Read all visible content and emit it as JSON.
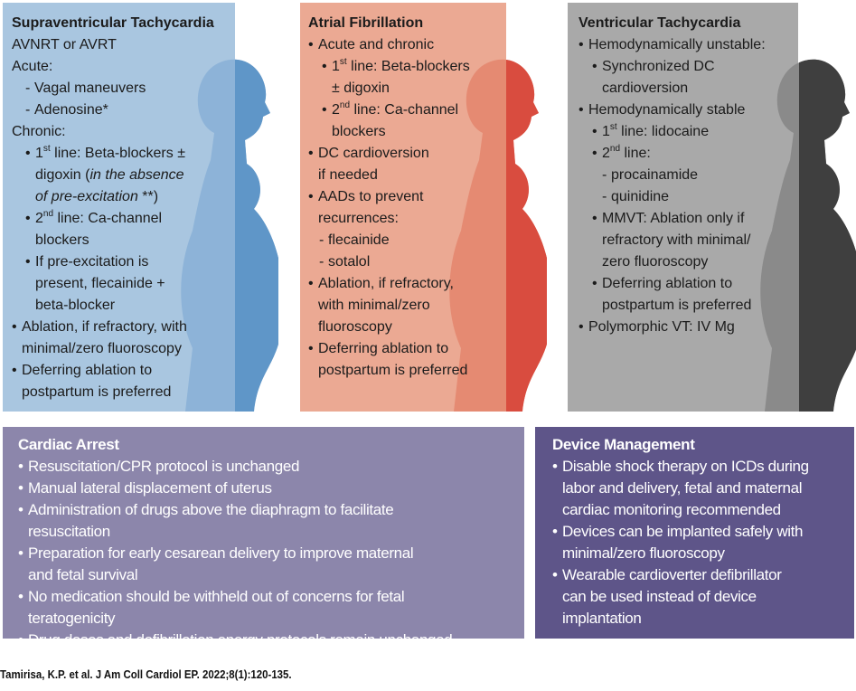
{
  "colors": {
    "svt": {
      "bg": "#a9c6e0",
      "light": "#8db3d8",
      "dark": "#5f96c8"
    },
    "af": {
      "bg": "#eba993",
      "light": "#e58a72",
      "dark": "#d94c3f"
    },
    "vt": {
      "bg": "#a9a9a9",
      "light": "#8a8a8a",
      "dark": "#3f3f3f"
    },
    "arrest": "#8c86ab",
    "device": "#5e5589"
  },
  "panels": {
    "svt": {
      "title": "Supraventricular Tachycardia",
      "items": [
        {
          "lvl": 0,
          "lines": [
            [
              {
                "t": "AVNRT or AVRT"
              }
            ]
          ]
        },
        {
          "lvl": 0,
          "lines": [
            [
              {
                "t": "Acute:"
              }
            ]
          ]
        },
        {
          "lvl": 1,
          "mk": "-",
          "lines": [
            [
              {
                "t": "Vagal maneuvers"
              }
            ]
          ]
        },
        {
          "lvl": 1,
          "mk": "-",
          "lines": [
            [
              {
                "t": "Adenosine*"
              }
            ]
          ]
        },
        {
          "lvl": 0,
          "lines": [
            [
              {
                "t": "Chronic:"
              }
            ]
          ]
        },
        {
          "lvl": 1,
          "mk": "•",
          "lines": [
            [
              {
                "t": "1"
              },
              {
                "t": "st",
                "s": 1
              },
              {
                "t": " line: Beta-blockers ±"
              }
            ],
            [
              {
                "t": "digoxin ("
              },
              {
                "t": "in the absence",
                "i": 1
              }
            ],
            [
              {
                "t": "of pre-excitation",
                "i": 1
              },
              {
                "t": " **)"
              }
            ]
          ]
        },
        {
          "lvl": 1,
          "mk": "•",
          "lines": [
            [
              {
                "t": "2"
              },
              {
                "t": "nd",
                "s": 1
              },
              {
                "t": " line: Ca-channel"
              }
            ],
            [
              {
                "t": "blockers"
              }
            ]
          ]
        },
        {
          "lvl": 1,
          "mk": "•",
          "lines": [
            [
              {
                "t": "If pre-excitation is"
              }
            ],
            [
              {
                "t": "present, flecainide +"
              }
            ],
            [
              {
                "t": "beta-blocker"
              }
            ]
          ]
        },
        {
          "lvl": 0,
          "mk": "•",
          "lines": [
            [
              {
                "t": "Ablation, if refractory, with"
              }
            ],
            [
              {
                "t": "minimal/zero fluoroscopy"
              }
            ]
          ]
        },
        {
          "lvl": 0,
          "mk": "•",
          "lines": [
            [
              {
                "t": "Deferring ablation to"
              }
            ],
            [
              {
                "t": "postpartum is preferred"
              }
            ]
          ]
        }
      ]
    },
    "af": {
      "title": "Atrial Fibrillation",
      "items": [
        {
          "lvl": 0,
          "mk": "•",
          "lines": [
            [
              {
                "t": "Acute and chronic"
              }
            ]
          ]
        },
        {
          "lvl": 1,
          "mk": "•",
          "lines": [
            [
              {
                "t": "1"
              },
              {
                "t": "st",
                "s": 1
              },
              {
                "t": " line: Beta-blockers"
              }
            ],
            [
              {
                "t": "± digoxin"
              }
            ]
          ]
        },
        {
          "lvl": 1,
          "mk": "•",
          "lines": [
            [
              {
                "t": "2"
              },
              {
                "t": "nd",
                "s": 1
              },
              {
                "t": " line: Ca-channel"
              }
            ],
            [
              {
                "t": "blockers"
              }
            ]
          ]
        },
        {
          "lvl": 0,
          "mk": "•",
          "lines": [
            [
              {
                "t": "DC cardioversion"
              }
            ],
            [
              {
                "t": "if needed"
              }
            ]
          ]
        },
        {
          "lvl": 0,
          "mk": "•",
          "lines": [
            [
              {
                "t": "AADs to prevent"
              }
            ],
            [
              {
                "t": "recurrences:"
              }
            ]
          ]
        },
        {
          "lvl": 2,
          "mk": "-",
          "lines": [
            [
              {
                "t": "flecainide"
              }
            ]
          ]
        },
        {
          "lvl": 2,
          "mk": "-",
          "lines": [
            [
              {
                "t": "sotalol"
              }
            ]
          ]
        },
        {
          "lvl": 0,
          "mk": "•",
          "lines": [
            [
              {
                "t": "Ablation, if refractory,"
              }
            ],
            [
              {
                "t": "with minimal/zero"
              }
            ],
            [
              {
                "t": "fluoroscopy"
              }
            ]
          ]
        },
        {
          "lvl": 0,
          "mk": "•",
          "lines": [
            [
              {
                "t": "Deferring ablation to"
              }
            ],
            [
              {
                "t": "postpartum is preferred"
              }
            ]
          ]
        }
      ]
    },
    "vt": {
      "title": "Ventricular Tachycardia",
      "items": [
        {
          "lvl": 0,
          "mk": "•",
          "lines": [
            [
              {
                "t": "Hemodynamically unstable:"
              }
            ]
          ]
        },
        {
          "lvl": 1,
          "mk": "•",
          "lines": [
            [
              {
                "t": "Synchronized DC"
              }
            ],
            [
              {
                "t": "cardioversion"
              }
            ]
          ]
        },
        {
          "lvl": 0,
          "mk": "•",
          "lines": [
            [
              {
                "t": "Hemodynamically stable"
              }
            ]
          ]
        },
        {
          "lvl": 1,
          "mk": "•",
          "lines": [
            [
              {
                "t": "1"
              },
              {
                "t": "st",
                "s": 1
              },
              {
                "t": " line: lidocaine"
              }
            ]
          ]
        },
        {
          "lvl": 1,
          "mk": "•",
          "lines": [
            [
              {
                "t": "2"
              },
              {
                "t": "nd",
                "s": 1
              },
              {
                "t": " line:"
              }
            ]
          ]
        },
        {
          "lvl": 2,
          "mk": "-",
          "lines": [
            [
              {
                "t": "procainamide"
              }
            ]
          ]
        },
        {
          "lvl": 2,
          "mk": "-",
          "lines": [
            [
              {
                "t": "quinidine"
              }
            ]
          ]
        },
        {
          "lvl": 1,
          "mk": "•",
          "lines": [
            [
              {
                "t": "MMVT: Ablation only if"
              }
            ],
            [
              {
                "t": "refractory with minimal/"
              }
            ],
            [
              {
                "t": "zero fluoroscopy"
              }
            ]
          ]
        },
        {
          "lvl": 1,
          "mk": "•",
          "lines": [
            [
              {
                "t": "Deferring ablation to"
              }
            ],
            [
              {
                "t": "postpartum is preferred"
              }
            ]
          ]
        },
        {
          "lvl": 0,
          "mk": "•",
          "lines": [
            [
              {
                "t": "Polymorphic VT: IV Mg"
              }
            ]
          ]
        }
      ]
    },
    "arrest": {
      "title": "Cardiac Arrest",
      "items": [
        {
          "lvl": 0,
          "mk": "•",
          "lines": [
            [
              {
                "t": "Resuscitation/CPR protocol is unchanged"
              }
            ]
          ]
        },
        {
          "lvl": 0,
          "mk": "•",
          "lines": [
            [
              {
                "t": "Manual lateral displacement of uterus"
              }
            ]
          ]
        },
        {
          "lvl": 0,
          "mk": "•",
          "lines": [
            [
              {
                "t": "Administration of drugs above the diaphragm to facilitate"
              }
            ],
            [
              {
                "t": "resuscitation"
              }
            ]
          ]
        },
        {
          "lvl": 0,
          "mk": "•",
          "lines": [
            [
              {
                "t": "Preparation for early cesarean delivery to improve maternal"
              }
            ],
            [
              {
                "t": "and fetal survival"
              }
            ]
          ]
        },
        {
          "lvl": 0,
          "mk": "•",
          "lines": [
            [
              {
                "t": "No medication should be withheld out of concerns for fetal"
              }
            ],
            [
              {
                "t": "teratogenicity"
              }
            ]
          ]
        },
        {
          "lvl": 0,
          "mk": "•",
          "lines": [
            [
              {
                "t": "Drug doses and defibrillation energy protocols remain unchanged"
              }
            ]
          ]
        }
      ]
    },
    "device": {
      "title": "Device Management",
      "items": [
        {
          "lvl": 0,
          "mk": "•",
          "lines": [
            [
              {
                "t": "Disable shock therapy on ICDs during"
              }
            ],
            [
              {
                "t": "labor and delivery, fetal and maternal"
              }
            ],
            [
              {
                "t": "cardiac monitoring recommended"
              }
            ]
          ]
        },
        {
          "lvl": 0,
          "mk": "•",
          "lines": [
            [
              {
                "t": "Devices can be implanted safely with"
              }
            ],
            [
              {
                "t": "minimal/zero fluoroscopy"
              }
            ]
          ]
        },
        {
          "lvl": 0,
          "mk": "•",
          "lines": [
            [
              {
                "t": "Wearable cardioverter defibrillator"
              }
            ],
            [
              {
                "t": "can be used instead of device"
              }
            ],
            [
              {
                "t": "implantation"
              }
            ]
          ]
        }
      ]
    }
  },
  "citation": "Tamirisa, K.P. et al. J Am Coll Cardiol EP. 2022;8(1):120-135."
}
